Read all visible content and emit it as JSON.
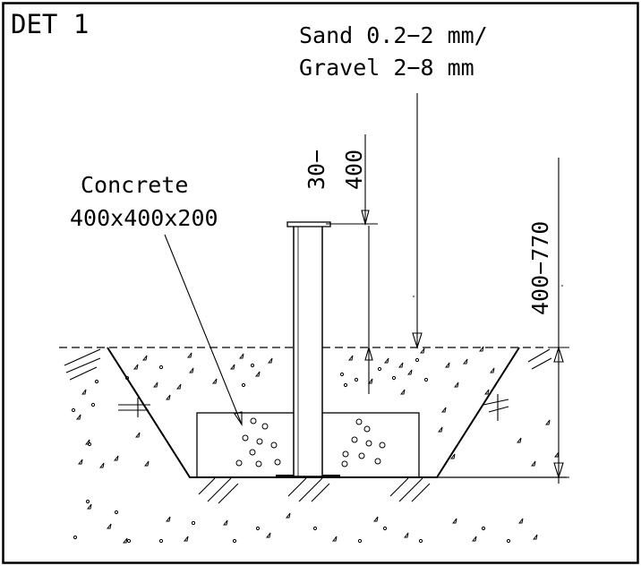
{
  "detail": {
    "title": "DET 1"
  },
  "labels": {
    "fill_line1": "Sand 0.2−2 mm/",
    "fill_line2": "Gravel 2−8 mm",
    "concrete_line1": "Concrete",
    "concrete_line2": "400x400x200",
    "dim_embed_line1": "30−",
    "dim_embed_line2": "400",
    "dim_depth": "400−770"
  }
}
